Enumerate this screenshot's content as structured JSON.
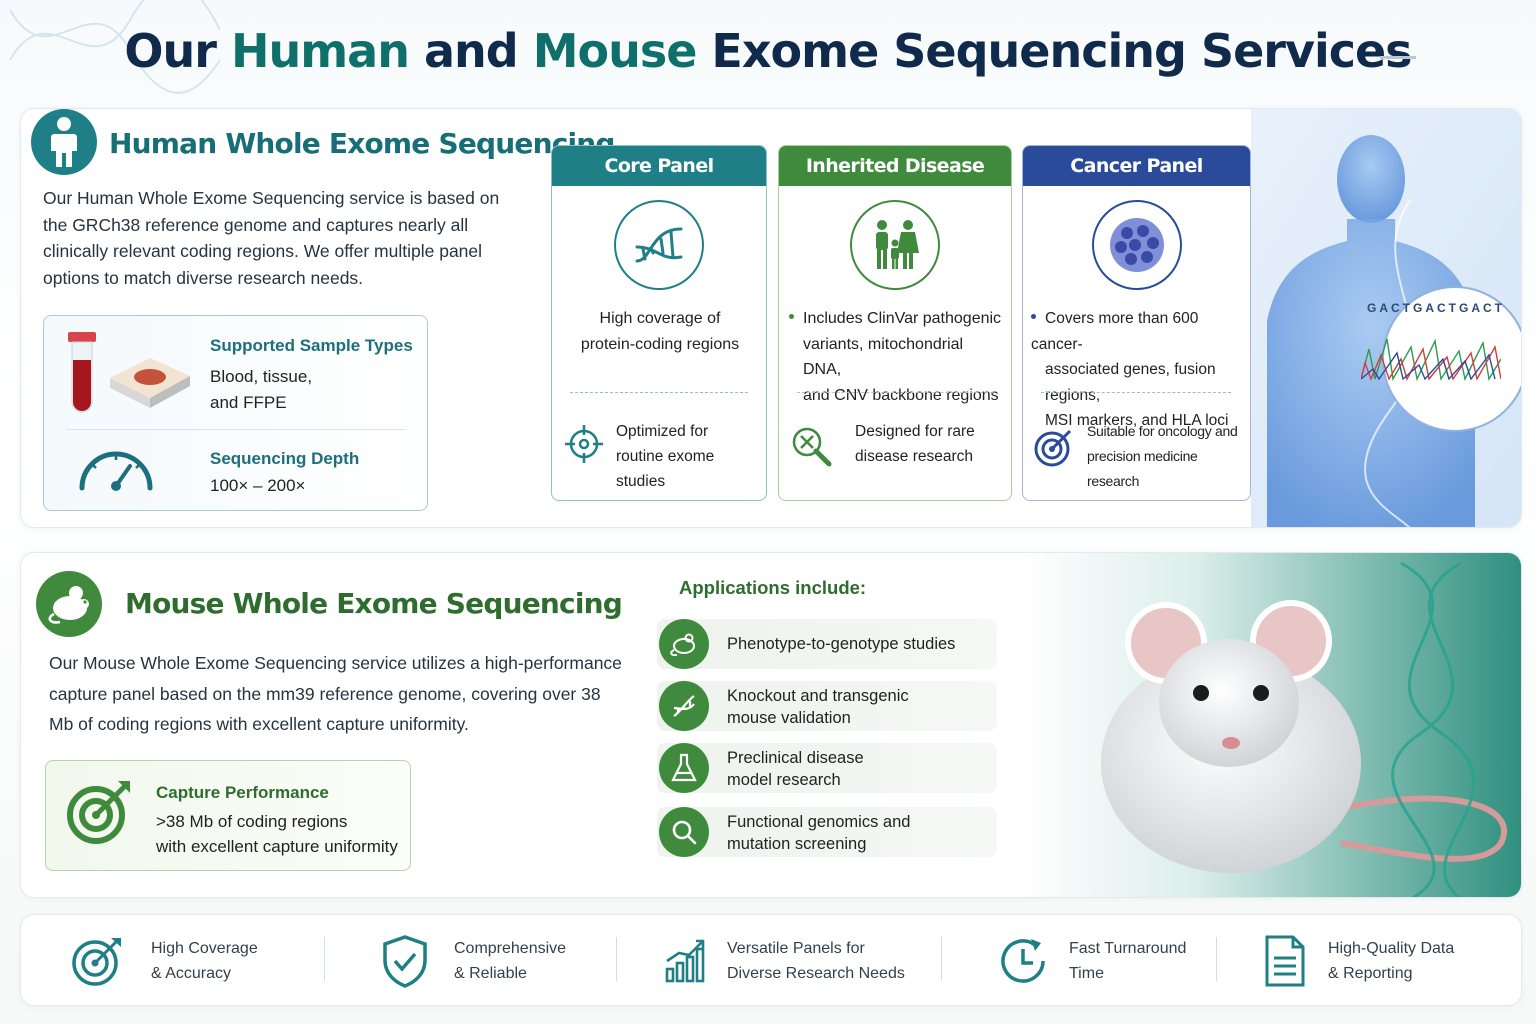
{
  "title": {
    "part1": "Our ",
    "part2": "Human",
    "part3": " and ",
    "part4": "Mouse",
    "part5": " Exome Sequencing Services"
  },
  "human": {
    "title": "Human Whole Exome Sequencing",
    "description": "Our Human Whole Exome Sequencing service is based on the GRCh38 reference genome and captures nearly all clinically relevant coding regions. We offer multiple panel options to match diverse research needs.",
    "sample_types_label": "Supported Sample Types",
    "sample_types_line1": "Blood, tissue,",
    "sample_types_line2": "and FFPE",
    "depth_label": "Sequencing Depth",
    "depth_value": "100× – 200×",
    "sequence_readout": "GACTGACTGACT",
    "panels": [
      {
        "name": "Core Panel",
        "color": "#1f7f86",
        "text_line1": "High coverage of",
        "text_line2": "protein-coding regions",
        "foot_line1": "Optimized for",
        "foot_line2": "routine exome studies"
      },
      {
        "name": "Inherited Disease Panel",
        "color": "#3f8a3d",
        "text_line1": "Includes ClinVar pathogenic",
        "text_line2": "variants, mitochondrial DNA,",
        "text_line3": "and CNV backbone regions",
        "foot_line1": "Designed for rare",
        "foot_line2": "disease research"
      },
      {
        "name": "Cancer Panel",
        "color": "#2a4a9a",
        "text_line1": "Covers more than 600 cancer-",
        "text_line2": "associated genes, fusion regions,",
        "text_line3": "MSI markers, and HLA loci",
        "foot_line1": "Suitable for oncology and",
        "foot_line2": "precision medicine research"
      }
    ]
  },
  "mouse": {
    "title": "Mouse Whole Exome Sequencing",
    "description": "Our Mouse Whole Exome Sequencing service utilizes a high-performance capture panel based on the mm39 reference genome, covering over 38 Mb of coding regions with excellent capture uniformity.",
    "capture_label": "Capture Performance",
    "capture_line1": ">38 Mb of coding regions",
    "capture_line2": "with excellent capture uniformity",
    "applications_title": "Applications include:",
    "applications": [
      {
        "line1": "Phenotype-to-genotype studies",
        "line2": "",
        "icon": "mouse-icon"
      },
      {
        "line1": "Knockout and transgenic",
        "line2": "mouse validation",
        "icon": "dna-icon"
      },
      {
        "line1": "Preclinical disease",
        "line2": "model research",
        "icon": "flask-icon"
      },
      {
        "line1": "Functional genomics and",
        "line2": "mutation screening",
        "icon": "magnifier-icon"
      }
    ]
  },
  "features": [
    {
      "line1": "High Coverage",
      "line2": "& Accuracy",
      "icon": "target-icon"
    },
    {
      "line1": "Comprehensive",
      "line2": "& Reliable",
      "icon": "shield-check-icon"
    },
    {
      "line1": "Versatile Panels for",
      "line2": "Diverse Research Needs",
      "icon": "growth-chart-icon"
    },
    {
      "line1": "Fast Turnaround",
      "line2": "Time",
      "icon": "clock-icon"
    },
    {
      "line1": "High-Quality Data",
      "line2": "& Reporting",
      "icon": "document-icon"
    }
  ],
  "colors": {
    "navy": "#0f2a4a",
    "teal": "#1f7f86",
    "green": "#3f8a3d",
    "blue": "#2a4a9a"
  }
}
